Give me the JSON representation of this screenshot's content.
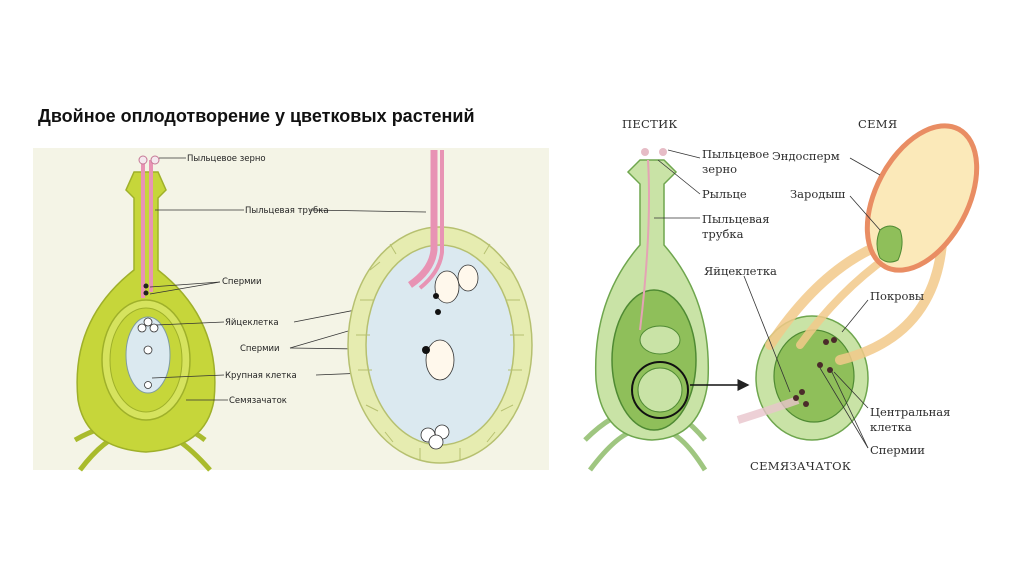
{
  "title": "Двойное оплодотворение у цветковых растений",
  "left_diagram": {
    "labels": {
      "pollen_grain": "Пыльцевое зерно",
      "pollen_tube": "Пыльцевая трубка",
      "sperm_top": "Спермии",
      "egg_cell": "Яйцеклетка",
      "sperm_bottom": "Спермии",
      "large_cell": "Крупная клетка",
      "ovule": "Семязачаток"
    }
  },
  "right_diagram": {
    "labels": {
      "pistil": "ПЕСТИК",
      "seed": "СЕМЯ",
      "pollen_grain_1": "Пыльцевое",
      "pollen_grain_2": "зерно",
      "stigma": "Рыльце",
      "pollen_tube_1": "Пыльцевая",
      "pollen_tube_2": "трубка",
      "egg_cell": "Яйцеклетка",
      "endosperm": "Эндосперм",
      "embryo": "Зародыш",
      "integuments": "Покровы",
      "central_cell_1": "Центральная",
      "central_cell_2": "клетка",
      "sperm": "Спермии",
      "ovule": "СЕМЯЗАЧАТОК"
    }
  },
  "colors": {
    "pistil_lime": "#c6d63a",
    "pistil_lime_dark": "#a9bb2c",
    "embryo_sac": "#dbe9f0",
    "cell_tissue": "#e6ecb0",
    "tube_pink": "#e893b4",
    "right_green_light": "#c9e3a6",
    "right_green_mid": "#8fbf5a",
    "right_green_dark": "#4f8a33",
    "seed_fill": "#fbe9b9",
    "seed_outline": "#e98d63",
    "arrow_orange": "#f2c98a"
  }
}
